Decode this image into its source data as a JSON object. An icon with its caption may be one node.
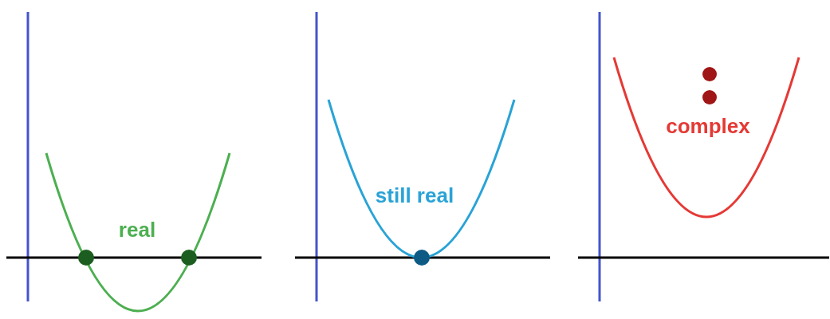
{
  "diagram": {
    "labels": [
      "real",
      "still real",
      "complex"
    ]
  }
}
